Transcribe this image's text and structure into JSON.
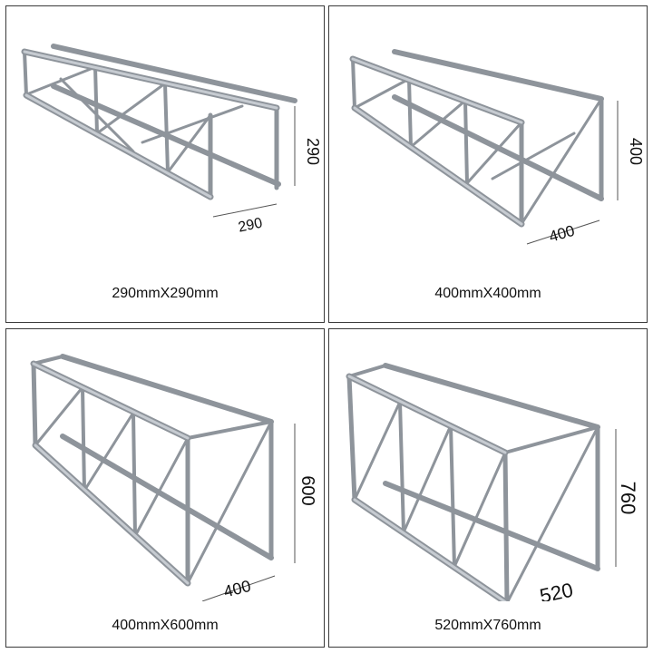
{
  "panels": [
    {
      "caption": "290mmX290mm",
      "width_label": "290",
      "height_label": "290"
    },
    {
      "caption": "400mmX400mm",
      "width_label": "400",
      "height_label": "400"
    },
    {
      "caption": "400mmX600mm",
      "width_label": "400",
      "height_label": "600"
    },
    {
      "caption": "520mmX760mm",
      "width_label": "520",
      "height_label": "760"
    }
  ],
  "colors": {
    "tube": "#b9bec4",
    "tube_dark": "#8e949b",
    "border": "#3a3a3a"
  }
}
